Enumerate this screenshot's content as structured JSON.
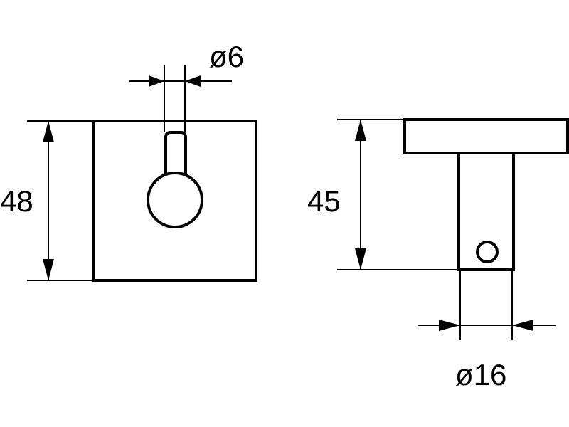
{
  "front_view": {
    "height_label": "48",
    "pin_diameter_label": "ø6"
  },
  "side_view": {
    "height_label": "45",
    "post_diameter_label": "ø16"
  }
}
